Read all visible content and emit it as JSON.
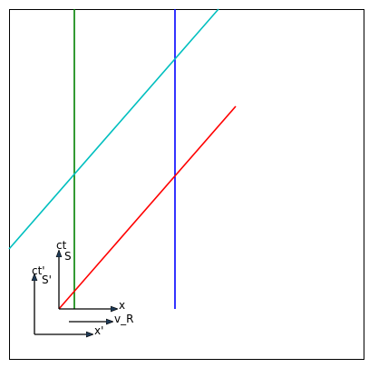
{
  "diagram": {
    "frame_border_color": "#000000",
    "worldlines": [
      {
        "name": "green-worldline",
        "color": "#008000"
      },
      {
        "name": "blue-worldline",
        "color": "#0000ff"
      },
      {
        "name": "cyan-worldline",
        "color": "#00bfbf"
      },
      {
        "name": "red-worldline",
        "color": "#ff0000"
      }
    ],
    "frame_S": {
      "time_axis_label": "ct",
      "space_axis_label": "x",
      "frame_label": "S"
    },
    "frame_S_prime": {
      "time_axis_label": "ct'",
      "space_axis_label": "x'",
      "frame_label": "S'"
    },
    "velocity_label": "v_R",
    "arrow_color": "#1f3b57"
  }
}
